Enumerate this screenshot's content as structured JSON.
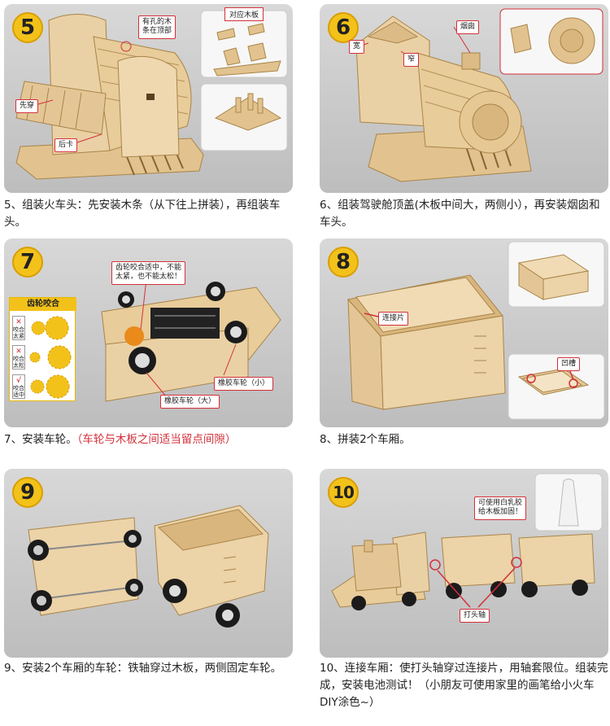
{
  "steps": [
    {
      "number": "5",
      "callouts": [
        "有孔的木\n条在顶部",
        "先穿",
        "后卡"
      ],
      "inset_title": "对应木板",
      "caption": "5、组装火车头：先安装木条（从下往上拼装），再组装车头。",
      "caption_red": ""
    },
    {
      "number": "6",
      "callouts": [
        "烟囱",
        "宽",
        "窄"
      ],
      "caption": "6、组装驾驶舱顶盖(木板中间大，两侧小），再安装烟囱和车头。",
      "caption_red": ""
    },
    {
      "number": "7",
      "callouts": [
        "齿轮咬合适中，不能\n太紧，也不能太松！",
        "橡胶车轮（小）",
        "橡胶车轮（大）"
      ],
      "gear_chart": {
        "title": "齿轮咬合",
        "rows": [
          {
            "mark": "✕",
            "text": "咬合\n太紧"
          },
          {
            "mark": "✕",
            "text": "咬合\n太松"
          },
          {
            "mark": "√",
            "text": "咬合\n适中"
          }
        ]
      },
      "caption": "7、安装车轮。",
      "caption_red": "（车轮与木板之间适当留点间隙）"
    },
    {
      "number": "8",
      "callouts": [
        "连接片",
        "凹槽"
      ],
      "caption": "8、拼装2个车厢。",
      "caption_red": ""
    },
    {
      "number": "9",
      "callouts": [],
      "caption": "9、安装2个车厢的车轮：铁轴穿过木板，两侧固定车轮。",
      "caption_red": ""
    },
    {
      "number": "10",
      "callouts": [
        "可使用白乳胶\n给木板加固！",
        "打头轴"
      ],
      "caption": "10、连接车厢：使打头轴穿过连接片，用轴套限位。组装完成，安装电池测试！（小朋友可使用家里的画笔给小火车DIY涂色~）",
      "caption_red": ""
    }
  ],
  "colors": {
    "badge": "#f3c21a",
    "accent": "#d3303a",
    "wood": "#e9cfa0"
  }
}
